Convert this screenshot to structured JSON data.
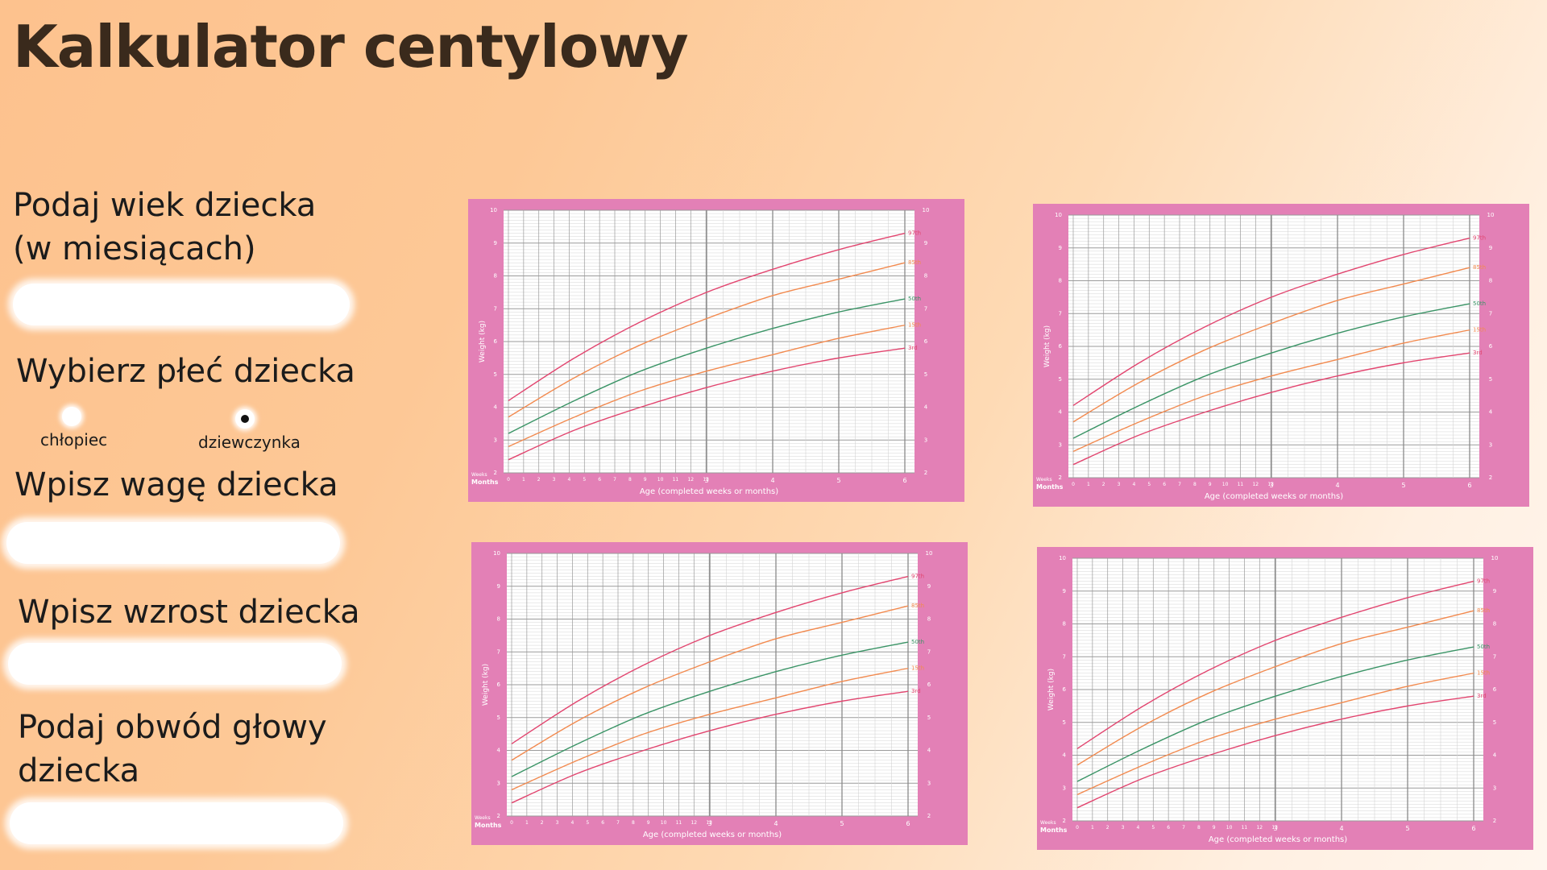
{
  "title": "Kalkulator centylowy",
  "form": {
    "age_label_line1": "Podaj wiek dziecka",
    "age_label_line2": "(w miesiącach)",
    "age_value": "",
    "sex_label": "Wybierz płeć dziecka",
    "sex_options": [
      {
        "label": "chłopiec",
        "selected": false
      },
      {
        "label": "dziewczynka",
        "selected": true
      }
    ],
    "weight_label": "Wpisz wagę dziecka",
    "weight_value": "",
    "height_label": "Wpisz wzrost dziecka",
    "height_value": "",
    "head_label_line1": "Podaj obwód głowy",
    "head_label_line2": "dziecka",
    "head_value": ""
  },
  "colors": {
    "chart_frame": "#e380b6",
    "grid_major": "#8a8a8a",
    "grid_minor": "#d4d4d4",
    "p97": "#e2456f",
    "p85": "#f28a4f",
    "p50": "#3a9466",
    "p15": "#f28a4f",
    "p3": "#e2456f"
  },
  "chart_data": [
    {
      "type": "line",
      "xlabel": "Age (completed weeks or months)",
      "ylabel": "Weight (kg)",
      "x_row_labels": [
        "Weeks",
        "Months"
      ],
      "week_ticks": [
        "0",
        "1",
        "2",
        "3",
        "4",
        "5",
        "6",
        "7",
        "8",
        "9",
        "10",
        "11",
        "12",
        "13"
      ],
      "month_ticks": [
        "3",
        "4",
        "5",
        "6"
      ],
      "ylim": [
        2,
        10
      ],
      "y_ticks": [
        "2",
        "3",
        "4",
        "5",
        "6",
        "7",
        "8",
        "9",
        "10"
      ],
      "xlim_months": [
        0,
        6
      ],
      "series": [
        {
          "name": "97th",
          "x": [
            0,
            1,
            2,
            3,
            4,
            5,
            6
          ],
          "values": [
            4.2,
            5.5,
            6.6,
            7.5,
            8.2,
            8.8,
            9.3
          ]
        },
        {
          "name": "85th",
          "x": [
            0,
            1,
            2,
            3,
            4,
            5,
            6
          ],
          "values": [
            3.7,
            4.9,
            5.9,
            6.7,
            7.4,
            7.9,
            8.4
          ]
        },
        {
          "name": "50th",
          "x": [
            0,
            1,
            2,
            3,
            4,
            5,
            6
          ],
          "values": [
            3.2,
            4.2,
            5.1,
            5.8,
            6.4,
            6.9,
            7.3
          ]
        },
        {
          "name": "15th",
          "x": [
            0,
            1,
            2,
            3,
            4,
            5,
            6
          ],
          "values": [
            2.8,
            3.7,
            4.5,
            5.1,
            5.6,
            6.1,
            6.5
          ]
        },
        {
          "name": "3rd",
          "x": [
            0,
            1,
            2,
            3,
            4,
            5,
            6
          ],
          "values": [
            2.4,
            3.3,
            4.0,
            4.6,
            5.1,
            5.5,
            5.8
          ]
        }
      ]
    },
    {
      "type": "line",
      "xlabel": "Age (completed weeks or months)",
      "ylabel": "Weight (kg)",
      "x_row_labels": [
        "Weeks",
        "Months"
      ],
      "week_ticks": [
        "0",
        "1",
        "2",
        "3",
        "4",
        "5",
        "6",
        "7",
        "8",
        "9",
        "10",
        "11",
        "12",
        "13"
      ],
      "month_ticks": [
        "3",
        "4",
        "5",
        "6"
      ],
      "ylim": [
        2,
        10
      ],
      "y_ticks": [
        "2",
        "3",
        "4",
        "5",
        "6",
        "7",
        "8",
        "9",
        "10"
      ],
      "xlim_months": [
        0,
        6
      ],
      "series": [
        {
          "name": "97th",
          "x": [
            0,
            1,
            2,
            3,
            4,
            5,
            6
          ],
          "values": [
            4.2,
            5.5,
            6.6,
            7.5,
            8.2,
            8.8,
            9.3
          ]
        },
        {
          "name": "85th",
          "x": [
            0,
            1,
            2,
            3,
            4,
            5,
            6
          ],
          "values": [
            3.7,
            4.9,
            5.9,
            6.7,
            7.4,
            7.9,
            8.4
          ]
        },
        {
          "name": "50th",
          "x": [
            0,
            1,
            2,
            3,
            4,
            5,
            6
          ],
          "values": [
            3.2,
            4.2,
            5.1,
            5.8,
            6.4,
            6.9,
            7.3
          ]
        },
        {
          "name": "15th",
          "x": [
            0,
            1,
            2,
            3,
            4,
            5,
            6
          ],
          "values": [
            2.8,
            3.7,
            4.5,
            5.1,
            5.6,
            6.1,
            6.5
          ]
        },
        {
          "name": "3rd",
          "x": [
            0,
            1,
            2,
            3,
            4,
            5,
            6
          ],
          "values": [
            2.4,
            3.3,
            4.0,
            4.6,
            5.1,
            5.5,
            5.8
          ]
        }
      ]
    },
    {
      "type": "line",
      "xlabel": "Age (completed weeks or months)",
      "ylabel": "Weight (kg)",
      "x_row_labels": [
        "Weeks",
        "Months"
      ],
      "week_ticks": [
        "0",
        "1",
        "2",
        "3",
        "4",
        "5",
        "6",
        "7",
        "8",
        "9",
        "10",
        "11",
        "12",
        "13"
      ],
      "month_ticks": [
        "3",
        "4",
        "5",
        "6"
      ],
      "ylim": [
        2,
        10
      ],
      "y_ticks": [
        "2",
        "3",
        "4",
        "5",
        "6",
        "7",
        "8",
        "9",
        "10"
      ],
      "xlim_months": [
        0,
        6
      ],
      "series": [
        {
          "name": "97th",
          "x": [
            0,
            1,
            2,
            3,
            4,
            5,
            6
          ],
          "values": [
            4.2,
            5.5,
            6.6,
            7.5,
            8.2,
            8.8,
            9.3
          ]
        },
        {
          "name": "85th",
          "x": [
            0,
            1,
            2,
            3,
            4,
            5,
            6
          ],
          "values": [
            3.7,
            4.9,
            5.9,
            6.7,
            7.4,
            7.9,
            8.4
          ]
        },
        {
          "name": "50th",
          "x": [
            0,
            1,
            2,
            3,
            4,
            5,
            6
          ],
          "values": [
            3.2,
            4.2,
            5.1,
            5.8,
            6.4,
            6.9,
            7.3
          ]
        },
        {
          "name": "15th",
          "x": [
            0,
            1,
            2,
            3,
            4,
            5,
            6
          ],
          "values": [
            2.8,
            3.7,
            4.5,
            5.1,
            5.6,
            6.1,
            6.5
          ]
        },
        {
          "name": "3rd",
          "x": [
            0,
            1,
            2,
            3,
            4,
            5,
            6
          ],
          "values": [
            2.4,
            3.3,
            4.0,
            4.6,
            5.1,
            5.5,
            5.8
          ]
        }
      ]
    },
    {
      "type": "line",
      "xlabel": "Age (completed weeks or months)",
      "ylabel": "Weight (kg)",
      "x_row_labels": [
        "Weeks",
        "Months"
      ],
      "week_ticks": [
        "0",
        "1",
        "2",
        "3",
        "4",
        "5",
        "6",
        "7",
        "8",
        "9",
        "10",
        "11",
        "12",
        "13"
      ],
      "month_ticks": [
        "3",
        "4",
        "5",
        "6"
      ],
      "ylim": [
        2,
        10
      ],
      "y_ticks": [
        "2",
        "3",
        "4",
        "5",
        "6",
        "7",
        "8",
        "9",
        "10"
      ],
      "xlim_months": [
        0,
        6
      ],
      "series": [
        {
          "name": "97th",
          "x": [
            0,
            1,
            2,
            3,
            4,
            5,
            6
          ],
          "values": [
            4.2,
            5.5,
            6.6,
            7.5,
            8.2,
            8.8,
            9.3
          ]
        },
        {
          "name": "85th",
          "x": [
            0,
            1,
            2,
            3,
            4,
            5,
            6
          ],
          "values": [
            3.7,
            4.9,
            5.9,
            6.7,
            7.4,
            7.9,
            8.4
          ]
        },
        {
          "name": "50th",
          "x": [
            0,
            1,
            2,
            3,
            4,
            5,
            6
          ],
          "values": [
            3.2,
            4.2,
            5.1,
            5.8,
            6.4,
            6.9,
            7.3
          ]
        },
        {
          "name": "15th",
          "x": [
            0,
            1,
            2,
            3,
            4,
            5,
            6
          ],
          "values": [
            2.8,
            3.7,
            4.5,
            5.1,
            5.6,
            6.1,
            6.5
          ]
        },
        {
          "name": "3rd",
          "x": [
            0,
            1,
            2,
            3,
            4,
            5,
            6
          ],
          "values": [
            2.4,
            3.3,
            4.0,
            4.6,
            5.1,
            5.5,
            5.8
          ]
        }
      ]
    }
  ]
}
